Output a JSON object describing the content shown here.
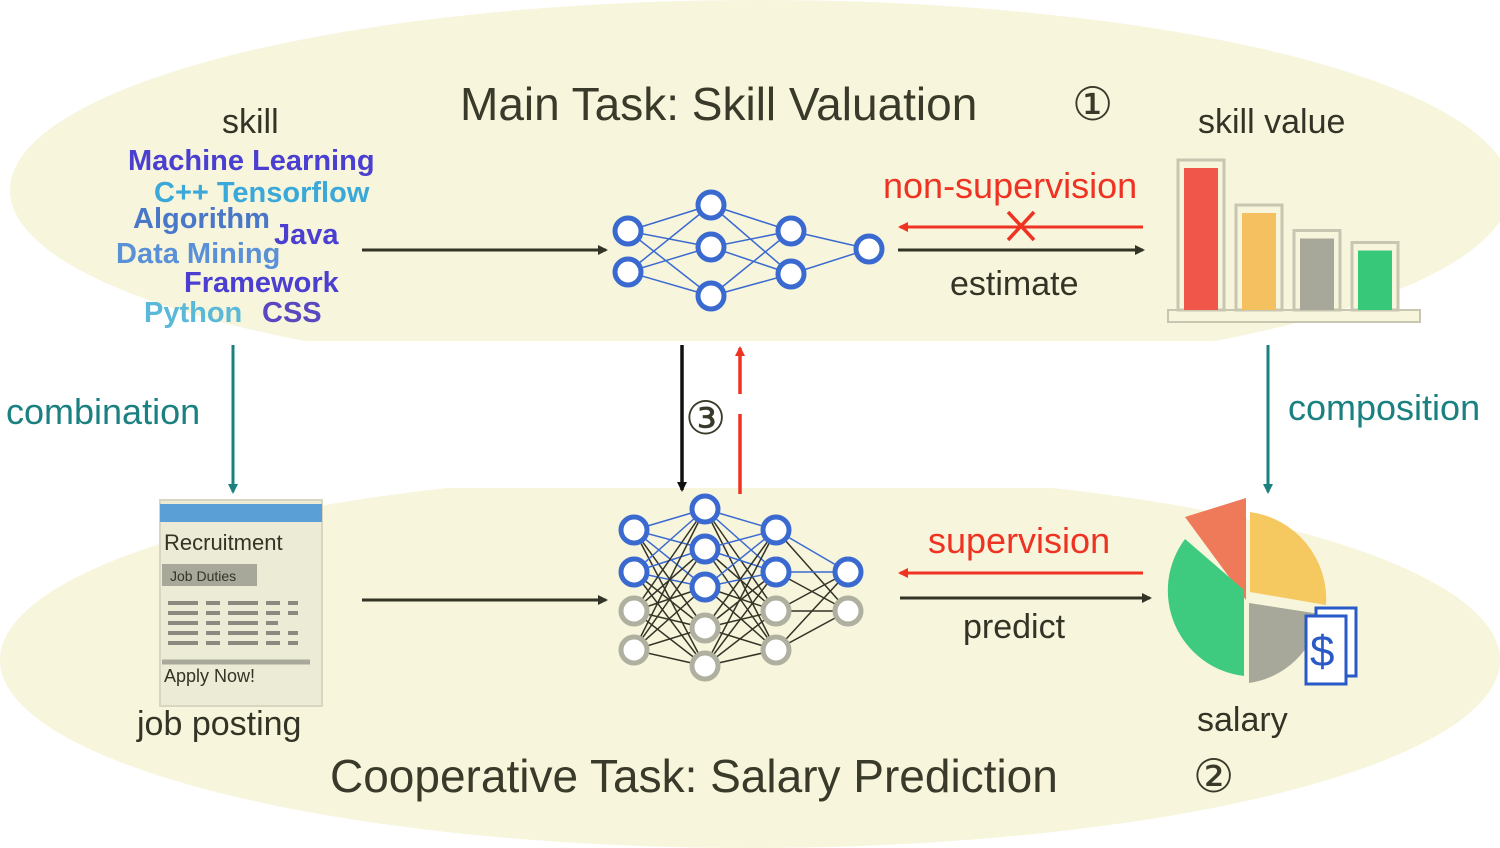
{
  "main_task": {
    "title": "Main Task: Skill Valuation",
    "number": "①"
  },
  "coop_task": {
    "title": "Cooperative Task: Salary Prediction",
    "number": "②"
  },
  "skill_cloud": {
    "label": "skill",
    "words": [
      {
        "text": "Machine Learning",
        "color": "#4a3fd0"
      },
      {
        "text": "C++ Tensorflow",
        "color": "#3aa8d8"
      },
      {
        "text": "Algorithm",
        "color": "#4a78c8"
      },
      {
        "text": "Java",
        "color": "#4a3fd0"
      },
      {
        "text": "Data Mining",
        "color": "#5a90d8"
      },
      {
        "text": "Framework",
        "color": "#4a3fd0"
      },
      {
        "text": "Python",
        "color": "#5ab8d8"
      },
      {
        "text": "CSS",
        "color": "#5a48c0"
      }
    ]
  },
  "skill_value": {
    "label": "skill value",
    "bars": [
      {
        "value": 1.0,
        "color": "#f0574a"
      },
      {
        "value": 0.7,
        "color": "#f5c060"
      },
      {
        "value": 0.53,
        "color": "#a8a89a"
      },
      {
        "value": 0.45,
        "color": "#38c87a"
      }
    ]
  },
  "arrows": {
    "non_supervision": "non-supervision",
    "estimate": "estimate",
    "combination": "combination",
    "composition": "composition",
    "supervision": "supervision",
    "predict": "predict",
    "step3": "③"
  },
  "job_posting": {
    "label": "job posting",
    "heading": "Recruitment",
    "tag": "Job Duties",
    "cta": "Apply Now!"
  },
  "salary": {
    "label": "salary",
    "symbol": "$"
  },
  "colors": {
    "ellipse_fill": "#f7f5dc",
    "network_blue": "#3a6ad0",
    "network_gray": "#b0b0a0",
    "teal": "#1a8080",
    "red": "#ee3322",
    "dark": "#333326"
  }
}
